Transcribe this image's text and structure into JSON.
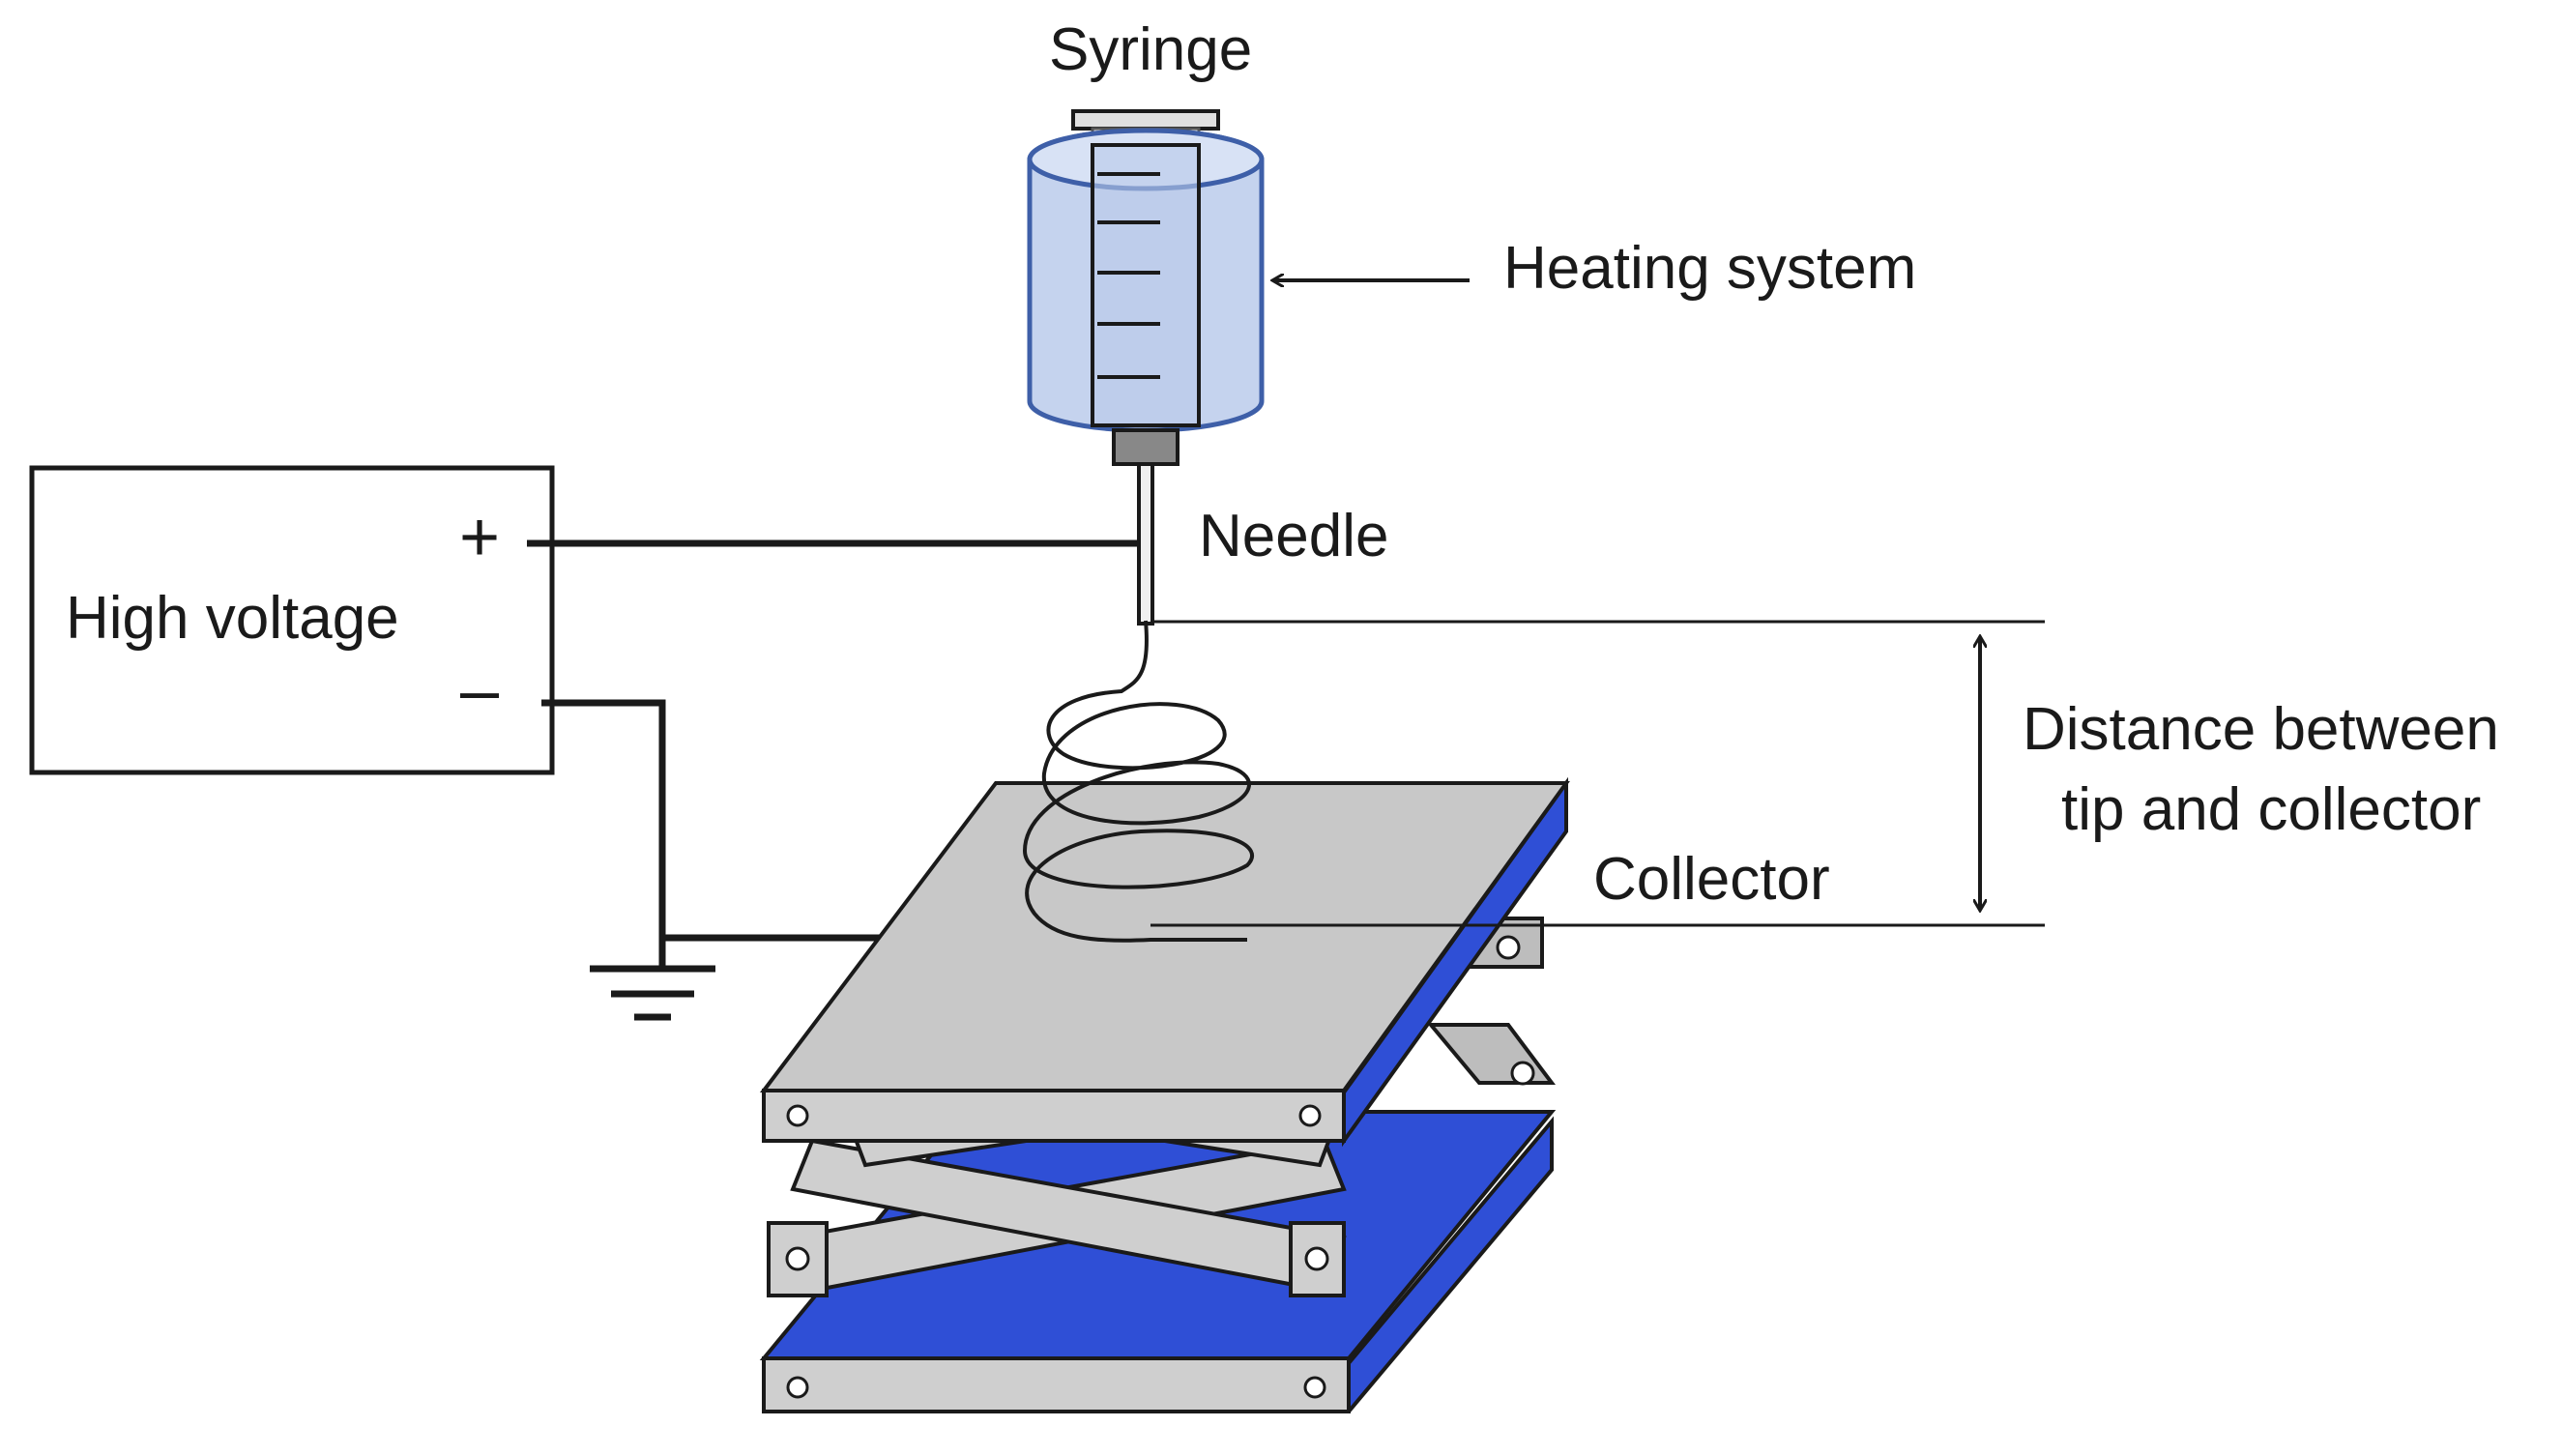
{
  "labels": {
    "syringe": "Syringe",
    "heating_system": "Heating system",
    "needle": "Needle",
    "high_voltage": "High voltage",
    "plus": "+",
    "minus": "–",
    "collector": "Collector",
    "distance_line1": "Distance between",
    "distance_line2": "tip and collector"
  },
  "colors": {
    "outline": "#1a1a1a",
    "syringe_fill": "#c5d3ee",
    "syringe_stroke": "#3e5fa8",
    "plate_top": "#c8c8c8",
    "plate_side": "#2f4fd6",
    "scissor_bar": "#cfcfcf",
    "base_side": "#2f4fd6"
  },
  "icons": {
    "ground": "ground-symbol-icon",
    "arrow_left": "arrow-left-icon",
    "double_arrow": "double-arrow-vertical-icon"
  }
}
